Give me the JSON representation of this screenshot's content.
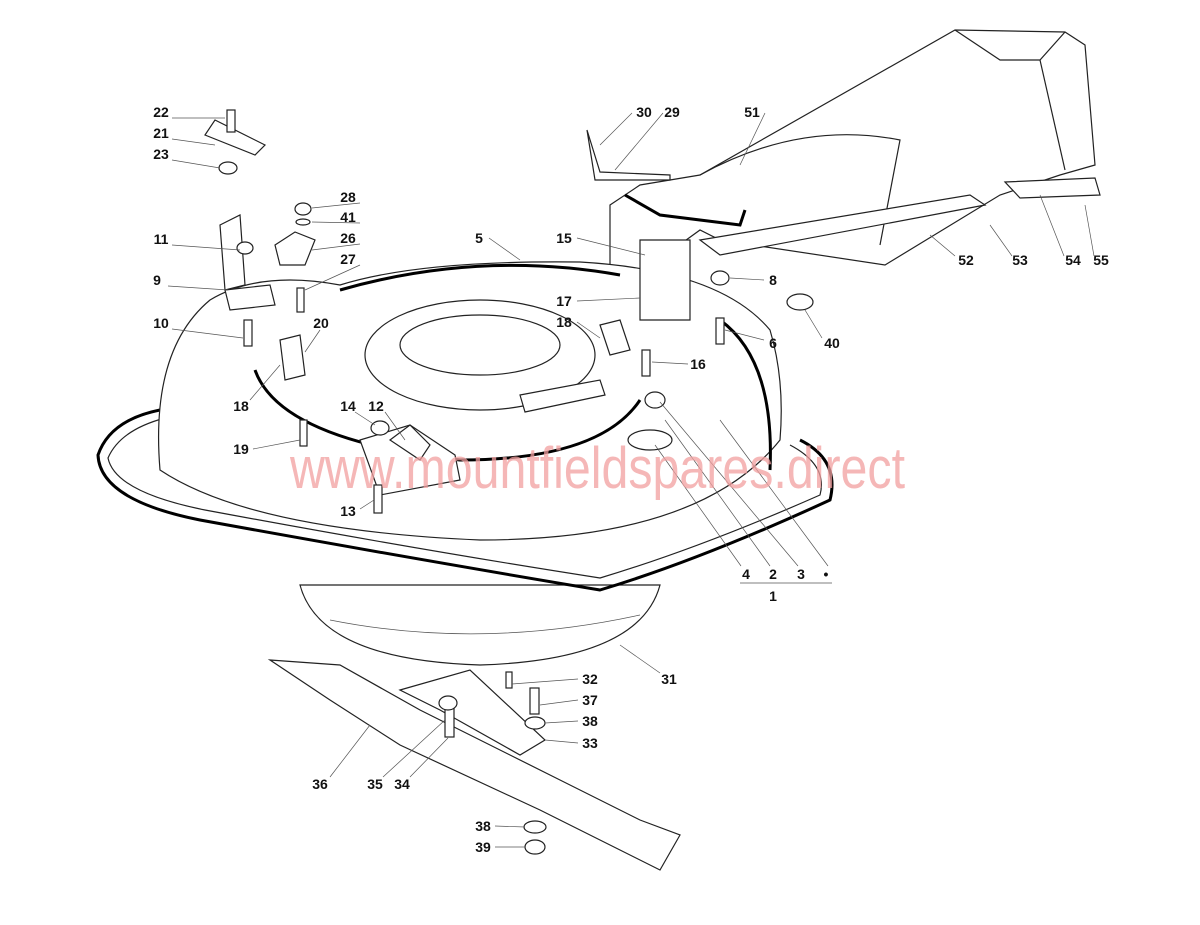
{
  "watermark": "www.mountfieldspares.direct",
  "callouts": [
    "22",
    "21",
    "23",
    "28",
    "41",
    "26",
    "27",
    "11",
    "9",
    "10",
    "20",
    "18",
    "14",
    "12",
    "19",
    "13",
    "5",
    "15",
    "17",
    "18",
    "30",
    "29",
    "51",
    "8",
    "6",
    "40",
    "16",
    "52",
    "53",
    "54",
    "55",
    "4",
    "2",
    "3",
    "•",
    "1",
    "31",
    "32",
    "37",
    "38",
    "33",
    "36",
    "35",
    "34",
    "38",
    "39"
  ]
}
